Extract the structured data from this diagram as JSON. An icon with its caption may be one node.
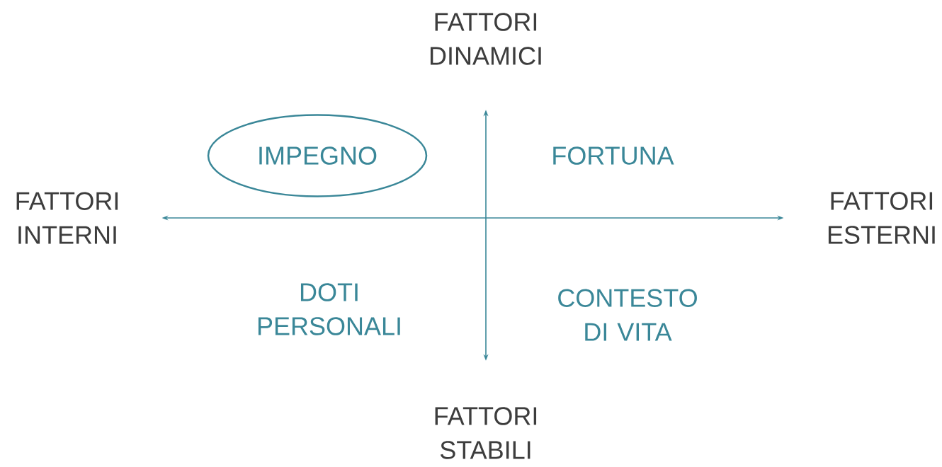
{
  "diagram": {
    "nodes": [
      {
        "text": [
          "FATTORI DINAMICI"
        ]
      },
      {
        "text": [
          "IMPEGNO"
        ]
      },
      {
        "text": [
          "FATTORI INTERNI"
        ]
      },
      {
        "text": [
          "FATTORI ESTERNI"
        ]
      },
      {
        "text": [
          "FATTORI STABILI"
        ]
      }
    ],
    "edges": [
      {
        "from": 2,
        "to": 3,
        "arrow": "both"
      },
      {
        "from": 0,
        "to": 4,
        "arrow": "both"
      }
    ],
    "labels": [
      "FORTUNA",
      "DOTI PERSONALI",
      "CONTESTO DI VITA"
    ]
  }
}
